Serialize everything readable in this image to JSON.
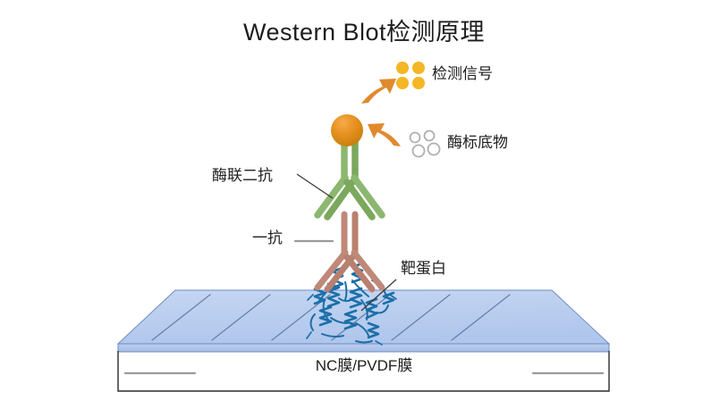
{
  "title": "Western Blot检测原理",
  "labels": {
    "detection_signal": "检测信号",
    "enzyme_substrate": "酶标底物",
    "secondary_antibody": "酶联二抗",
    "primary_antibody": "一抗",
    "target_protein": "靶蛋白",
    "membrane": "NC膜/PVDF膜"
  },
  "colors": {
    "background": "#ffffff",
    "title_text": "#1d1d1d",
    "label_text": "#1d1d1d",
    "secondary_antibody_green": "#8cb76f",
    "secondary_antibody_green_dark": "#79a35c",
    "primary_antibody_brown": "#c08878",
    "primary_antibody_brown_dark": "#b07a69",
    "enzyme_sphere_orange": "#d98a16",
    "enzyme_sphere_highlight": "#f3a03a",
    "signal_dot_yellow": "#f5b625",
    "substrate_circle_outline": "#b0b0b0",
    "arrow_orange": "#e08a2e",
    "protein_blue": "#1b6fa8",
    "membrane_top_fill": "#b8cdef",
    "membrane_edge_fill": "#a8c0e8",
    "membrane_outline": "#5f7fb8",
    "membrane_line": "#4a6a9e",
    "leader_line_dark": "#3a3a3a",
    "leader_line_gray": "#9a9a9a",
    "bracket_line": "#2b2b2b"
  },
  "elements": {
    "detection_signal_dots": 4,
    "enzyme_substrate_circles": 4,
    "membrane_diagonal_stripes": 6,
    "arrows": 2,
    "antibodies": 2
  }
}
